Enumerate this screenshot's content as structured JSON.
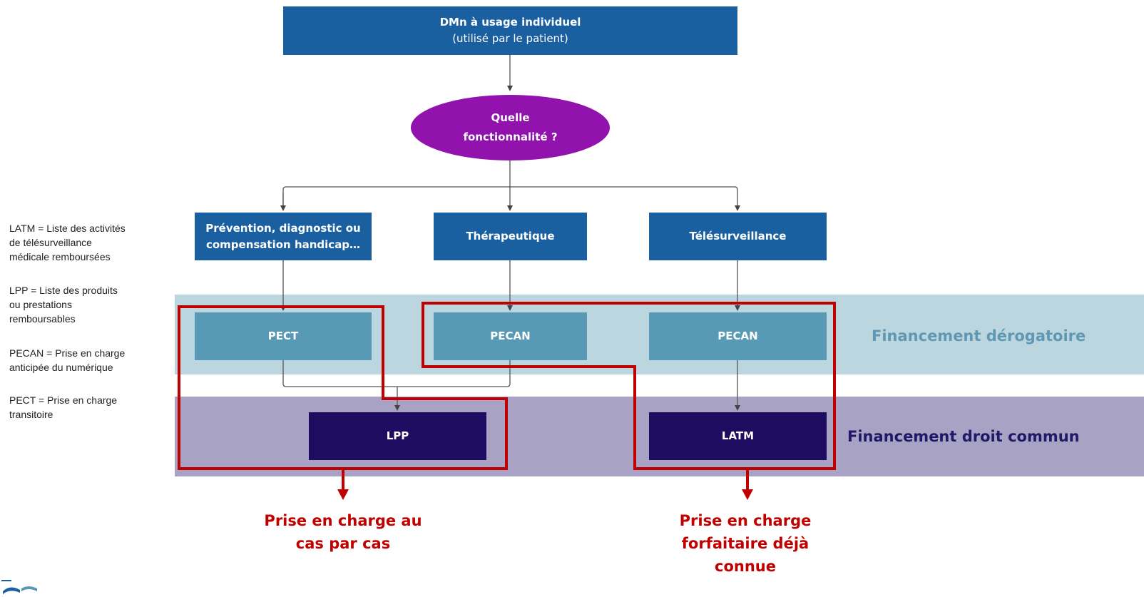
{
  "top_box": {
    "title": "DMn à usage individuel",
    "subtitle": "(utilisé par le patient)"
  },
  "question": {
    "line1": "Quelle",
    "line2": "fonctionnalité ?"
  },
  "branches": [
    {
      "line1": "Prévention, diagnostic ou",
      "line2": "compensation handicap…"
    },
    {
      "label": "Thérapeutique"
    },
    {
      "label": "Télésurveillance"
    }
  ],
  "derogatory": {
    "label": "Financement dérogatoire",
    "boxes": [
      "PECT",
      "PECAN",
      "PECAN"
    ]
  },
  "common": {
    "label": "Financement droit commun",
    "boxes": [
      "LPP",
      "LATM"
    ]
  },
  "outcomes": [
    {
      "line1": "Prise en charge au",
      "line2": "cas par cas"
    },
    {
      "line1": "Prise en charge",
      "line2": "forfaitaire déjà",
      "line3": "connue"
    }
  ],
  "legend": [
    {
      "line1": "LATM = Liste des activités",
      "line2": "de télésurveillance",
      "line3": "médicale remboursées"
    },
    {
      "line1": "LPP = Liste des produits",
      "line2": "ou prestations",
      "line3": "remboursables"
    },
    {
      "line1": "PECAN = Prise en charge",
      "line2": "anticipée du numérique"
    },
    {
      "line1": "PECT = Prise en charge",
      "line2": "transitoire"
    }
  ],
  "colors": {
    "primary_blue": "#1a5fa0",
    "purple": "#9212ad",
    "teal": "#5899b5",
    "navy": "#1e0c61",
    "highlight_red": "#c00000",
    "band_derogatory": "#bcd6e0",
    "band_common": "#a8a2c4"
  },
  "icons": {
    "logo": "logo-mark",
    "arrow": "arrow-down-icon"
  }
}
